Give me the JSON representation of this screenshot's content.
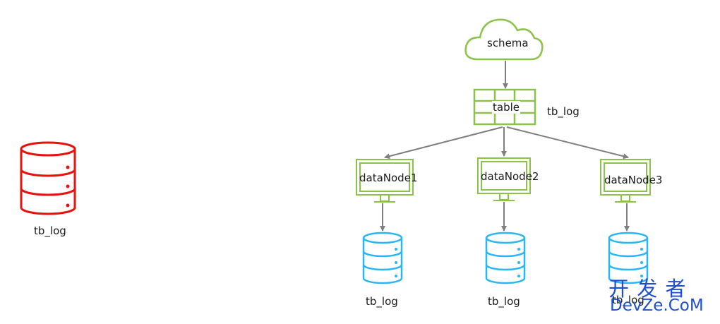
{
  "left_db": {
    "label": "tb_log",
    "color": "#e8120c"
  },
  "schema": {
    "label": "schema",
    "color": "#8bc34a"
  },
  "table": {
    "label": "table",
    "side_label": "tb_log",
    "color": "#8bc34a"
  },
  "data_nodes": [
    {
      "label": "dataNode1"
    },
    {
      "label": "dataNode2"
    },
    {
      "label": "dataNode3"
    }
  ],
  "node_dbs": [
    {
      "label": "tb_log"
    },
    {
      "label": "tb_log"
    },
    {
      "label": "tb_log"
    }
  ],
  "node_color": "#8bc34a",
  "db_color": "#29b6f6",
  "arrow_color": "#7f7f7f",
  "watermark": {
    "line1": "开 发 者",
    "line2": "DevZe.CoM",
    "color": "#1f4fd1"
  }
}
